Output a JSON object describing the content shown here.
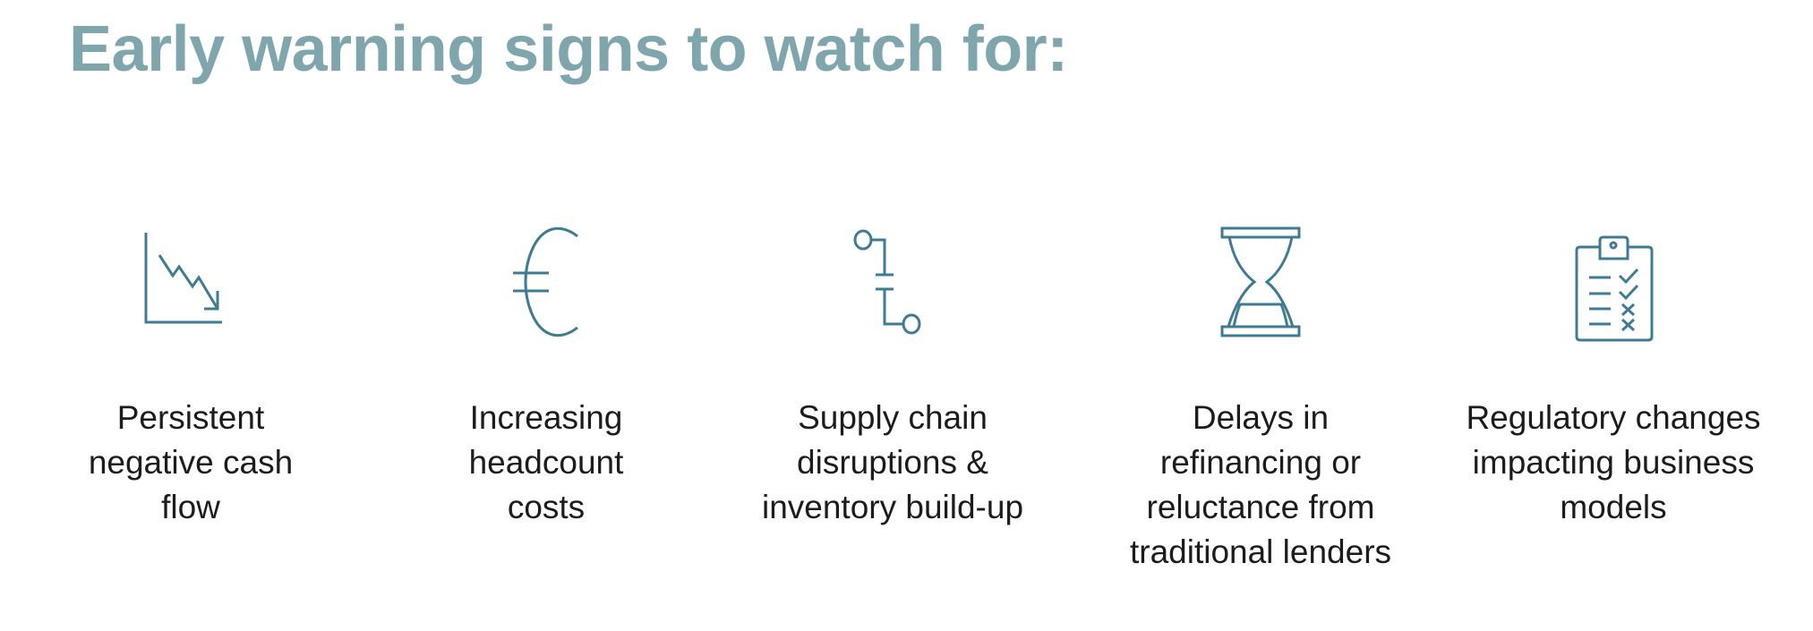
{
  "title": "Early warning signs to watch for:",
  "colors": {
    "title": "#7fa5ad",
    "icon": "#3f7b94",
    "text": "#1c1c1c"
  },
  "signs": [
    {
      "icon": "declining-chart-icon",
      "label": "Persistent negative cash flow"
    },
    {
      "icon": "euro-icon",
      "label": "Increasing headcount costs"
    },
    {
      "icon": "broken-chain-icon",
      "label": "Supply chain disruptions & inventory build-up"
    },
    {
      "icon": "hourglass-icon",
      "label": "Delays in refinancing or reluctance from traditional lenders"
    },
    {
      "icon": "clipboard-checklist-icon",
      "label": "Regulatory changes impacting business models"
    }
  ]
}
